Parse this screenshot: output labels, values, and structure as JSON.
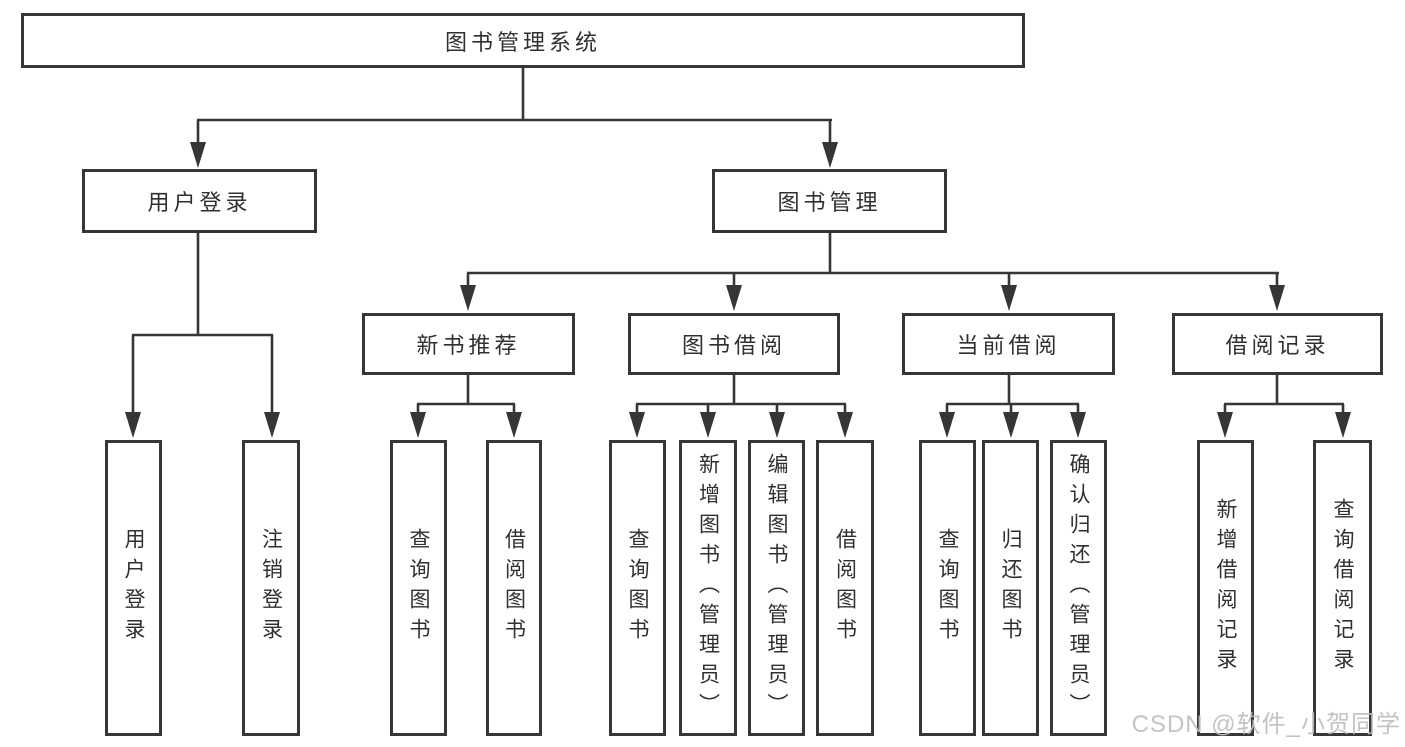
{
  "tree": {
    "root": {
      "label": "图书管理系统",
      "children": [
        {
          "label": "用户登录",
          "children": [
            {
              "label": "用户登录"
            },
            {
              "label": "注销登录"
            }
          ]
        },
        {
          "label": "图书管理",
          "children": [
            {
              "label": "新书推荐",
              "children": [
                {
                  "label": "查询图书"
                },
                {
                  "label": "借阅图书"
                }
              ]
            },
            {
              "label": "图书借阅",
              "children": [
                {
                  "label": "查询图书"
                },
                {
                  "label": "新增图书（管理员）"
                },
                {
                  "label": "编辑图书（管理员）"
                },
                {
                  "label": "借阅图书"
                }
              ]
            },
            {
              "label": "当前借阅",
              "children": [
                {
                  "label": "查询图书"
                },
                {
                  "label": "归还图书"
                },
                {
                  "label": "确认归还（管理员）"
                }
              ]
            },
            {
              "label": "借阅记录",
              "children": [
                {
                  "label": "新增借阅记录"
                },
                {
                  "label": "查询借阅记录"
                }
              ]
            }
          ]
        }
      ]
    }
  },
  "watermark": {
    "text": "CSDN @软件_小贺同学"
  },
  "colors": {
    "line": "#363636",
    "box_border": "#363636",
    "text": "#303030",
    "background": "#ffffff",
    "watermark": "#bebebe"
  }
}
